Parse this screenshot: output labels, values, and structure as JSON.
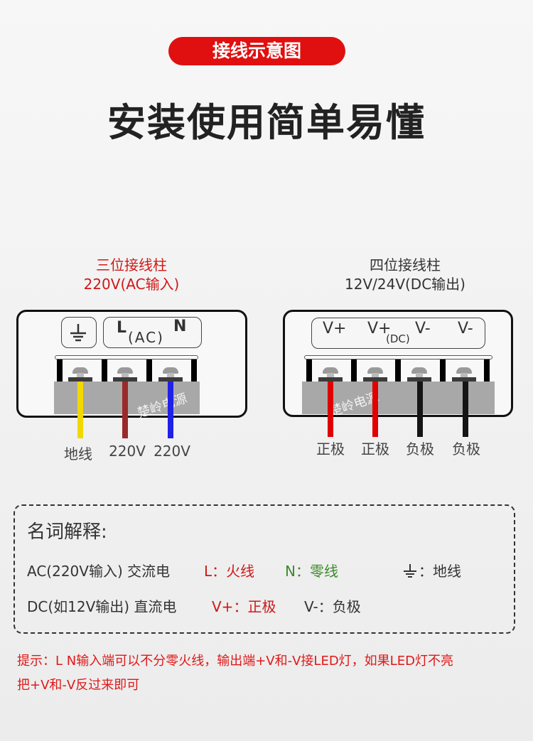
{
  "header": {
    "badge": "接线示意图",
    "title": "安装使用简单易懂"
  },
  "ac_block": {
    "caption1": "三位接线柱",
    "caption2": "220V(AC输入)",
    "label_L": "L",
    "label_AC": "(AC)",
    "label_N": "N",
    "watermark": "楚岭电源",
    "wires": [
      {
        "label": "地线",
        "color": "#f0d800"
      },
      {
        "label": "220V",
        "color": "#9a2a2a"
      },
      {
        "label": "220V",
        "color": "#2020e8"
      }
    ]
  },
  "dc_block": {
    "caption1": "四位接线柱",
    "caption2": "12V/24V(DC输出)",
    "labels": [
      "V+",
      "V+",
      "V-",
      "V-"
    ],
    "label_DC": "(DC)",
    "watermark": "楚岭电源",
    "wires": [
      {
        "label": "正极",
        "color": "#e00000"
      },
      {
        "label": "正极",
        "color": "#e00000"
      },
      {
        "label": "负极",
        "color": "#151515"
      },
      {
        "label": "负极",
        "color": "#151515"
      }
    ]
  },
  "definitions": {
    "title": "名词解释:",
    "ac": "AC(220V输入) 交流电",
    "l": "L：火线",
    "n": "N：零线",
    "ground": "：地线",
    "dc": "DC(如12V输出) 直流电",
    "vplus": "V+：正极",
    "vminus": "V-：负极"
  },
  "note": {
    "line1": "提示：L N输入端可以不分零火线，输出端+V和-V接LED灯，如果LED灯不亮",
    "line2": "把+V和-V反过来即可"
  }
}
